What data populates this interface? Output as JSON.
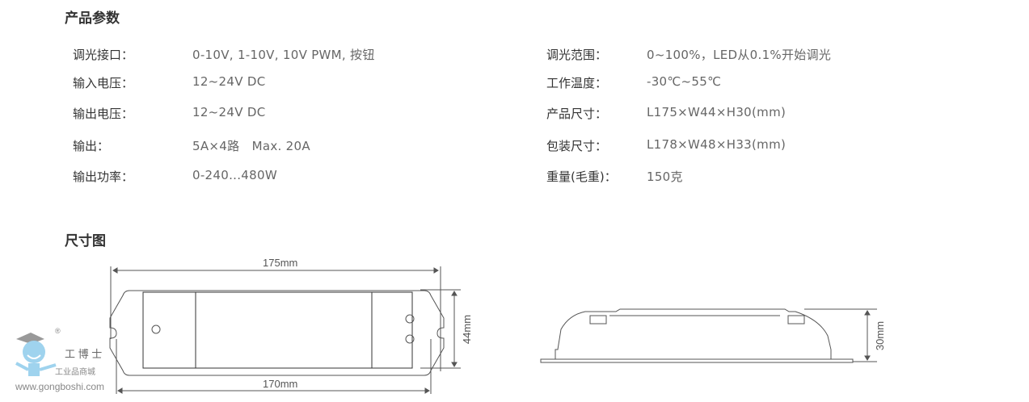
{
  "headings": {
    "params": "产品参数",
    "dims": "尺寸图"
  },
  "params_left": [
    {
      "label": "调光接口：",
      "value": "0-10V, 1-10V, 10V PWM, 按钮"
    },
    {
      "label": "输入电压：",
      "value": "12~24V DC"
    },
    {
      "label": "输出电压：",
      "value": "12~24V DC"
    },
    {
      "label": "输出：",
      "value": "5A×4路   Max. 20A"
    },
    {
      "label": "输出功率：",
      "value": "0-240...480W"
    }
  ],
  "params_right": [
    {
      "label": "调光范围：",
      "value": "0~100%，LED从0.1%开始调光"
    },
    {
      "label": "工作温度：",
      "value": "-30℃~55℃"
    },
    {
      "label": "产品尺寸：",
      "value": "L175×W44×H30(mm)"
    },
    {
      "label": "包装尺寸：",
      "value": "L178×W48×H33(mm)"
    },
    {
      "label": "重量(毛重)：",
      "value": "150克"
    }
  ],
  "dimensions": {
    "length_total": "175mm",
    "length_holes": "170mm",
    "width": "44mm",
    "height": "30mm"
  },
  "watermark": {
    "brand": "工 博 士",
    "tagline": "工业品商城",
    "url": "www.gongboshi.com",
    "reg": "®"
  }
}
